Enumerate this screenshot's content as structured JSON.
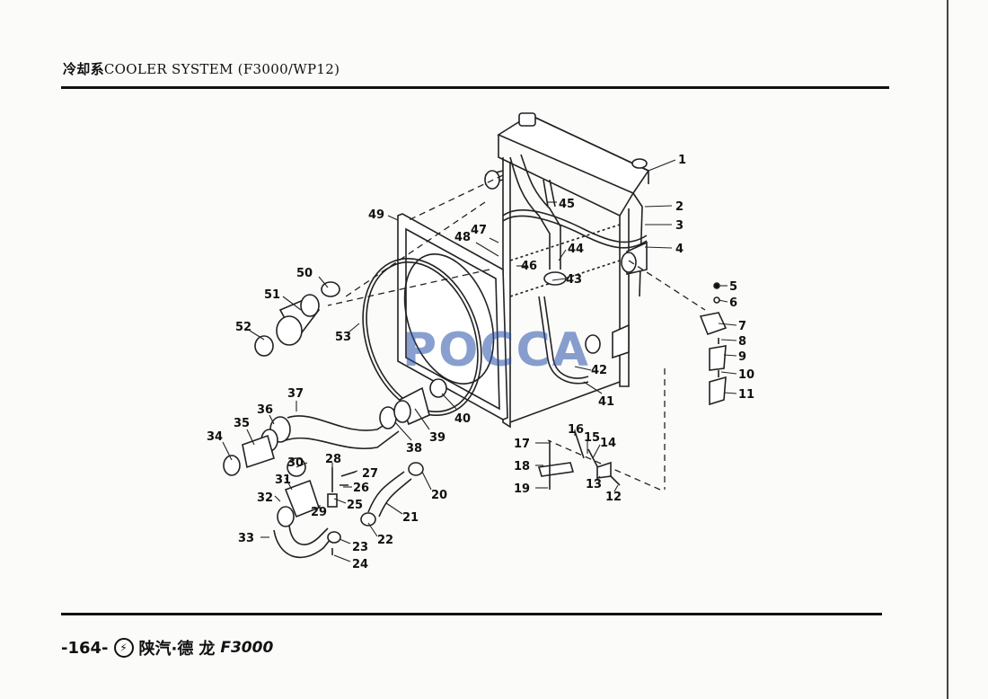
{
  "header": {
    "title_cn": "冷却系",
    "title_en": "COOLER SYSTEM  (F3000/WP12)"
  },
  "watermark": "POCCA",
  "footer": {
    "page_number": "-164-",
    "brand_cn": "陕汽·德",
    "brand_logo_char": "龙",
    "model": "F3000"
  },
  "callouts": [
    "1",
    "2",
    "3",
    "4",
    "5",
    "6",
    "7",
    "8",
    "9",
    "10",
    "11",
    "12",
    "13",
    "14",
    "15",
    "16",
    "17",
    "18",
    "19",
    "20",
    "21",
    "22",
    "23",
    "24",
    "25",
    "26",
    "27",
    "28",
    "29",
    "30",
    "31",
    "32",
    "33",
    "34",
    "35",
    "36",
    "37",
    "38",
    "39",
    "40",
    "41",
    "42",
    "43",
    "44",
    "45",
    "46",
    "47",
    "48",
    "49",
    "50",
    "51",
    "52",
    "53"
  ]
}
